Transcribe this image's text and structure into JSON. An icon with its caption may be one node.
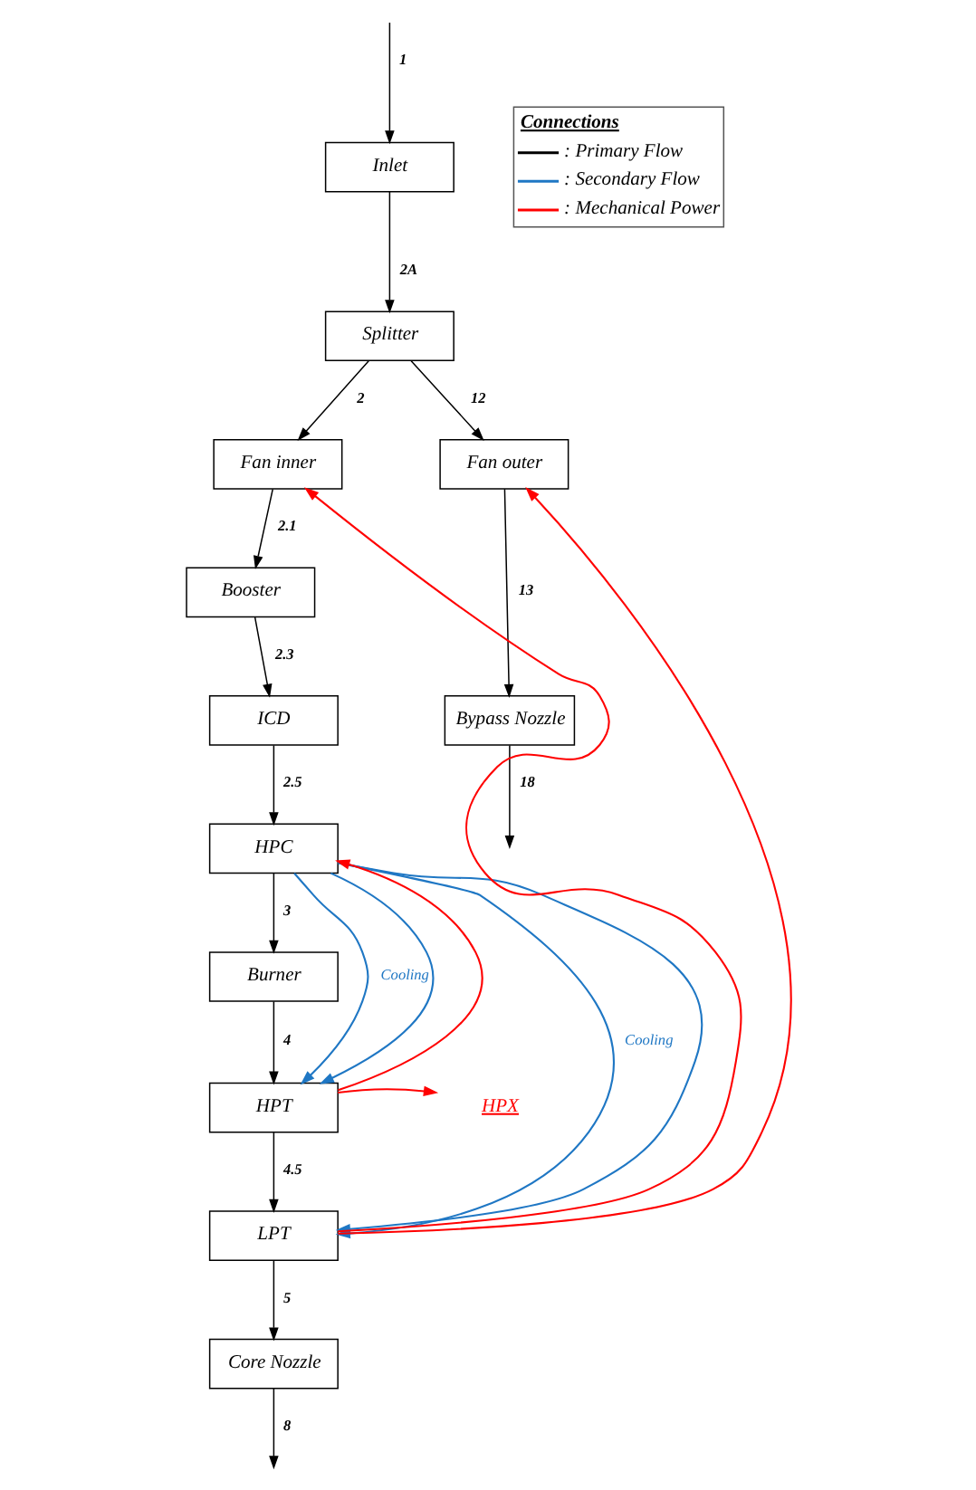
{
  "diagram": {
    "nodes": [
      {
        "text": [
          "Inlet"
        ]
      },
      {
        "text": [
          "Splitter"
        ]
      },
      {
        "text": [
          "Fan inner"
        ]
      },
      {
        "text": [
          "Fan outer"
        ]
      },
      {
        "text": [
          "Booster"
        ]
      },
      {
        "text": [
          "ICD"
        ]
      },
      {
        "text": [
          "Bypass Nozzle"
        ]
      },
      {
        "text": [
          "HPC"
        ]
      },
      {
        "text": [
          "Burner"
        ]
      },
      {
        "text": [
          "HPT"
        ]
      },
      {
        "text": [
          "LPT"
        ]
      },
      {
        "text": [
          "Core Nozzle"
        ]
      },
      {
        "text": [
          "HPX"
        ]
      }
    ],
    "edges": [
      {
        "from": null,
        "to": 0,
        "arrow": "to",
        "label": "1"
      },
      {
        "from": 0,
        "to": 1,
        "arrow": "to",
        "label": "2A"
      },
      {
        "from": 1,
        "to": 2,
        "arrow": "to",
        "label": "2"
      },
      {
        "from": 1,
        "to": 3,
        "arrow": "to",
        "label": "12"
      },
      {
        "from": 2,
        "to": 4,
        "arrow": "to",
        "label": "2.1"
      },
      {
        "from": 3,
        "to": 6,
        "arrow": "to",
        "label": "13"
      },
      {
        "from": 4,
        "to": 5,
        "arrow": "to",
        "label": "2.3"
      },
      {
        "from": 6,
        "to": null,
        "arrow": "to",
        "label": "18"
      },
      {
        "from": 5,
        "to": 7,
        "arrow": "to",
        "label": "2.5"
      },
      {
        "from": 7,
        "to": 8,
        "arrow": "to",
        "label": "3"
      },
      {
        "from": 8,
        "to": 9,
        "arrow": "to",
        "label": "4"
      },
      {
        "from": 9,
        "to": 10,
        "arrow": "to",
        "label": "4.5"
      },
      {
        "from": 10,
        "to": 11,
        "arrow": "to",
        "label": "5"
      },
      {
        "from": 11,
        "to": null,
        "arrow": "to",
        "label": "8"
      },
      {
        "from": 7,
        "to": 10,
        "arrow": "to",
        "color": "#1f77c4",
        "label": "Cooling"
      },
      {
        "from": 7,
        "to": 10,
        "arrow": "to",
        "color": "#1f77c4"
      },
      {
        "from": 7,
        "to": 9,
        "arrow": "to",
        "color": "#1f77c4",
        "label": "Cooling"
      },
      {
        "from": 7,
        "to": 9,
        "arrow": "to",
        "color": "#1f77c4"
      },
      {
        "from": 10,
        "to": 3,
        "arrow": "to",
        "color": "#ff0000"
      },
      {
        "from": 10,
        "to": 2,
        "arrow": "to",
        "color": "#ff0000"
      },
      {
        "from": 9,
        "to": 7,
        "arrow": "to",
        "color": "#ff0000"
      },
      {
        "from": 9,
        "to": 12,
        "arrow": "to",
        "color": "#ff0000"
      }
    ],
    "labels": [
      "Connections"
    ],
    "legend": [
      {
        "text": ": Primary Flow"
      },
      {
        "text": ": Secondary Flow"
      },
      {
        "text": ": Mechanical Power"
      }
    ]
  }
}
